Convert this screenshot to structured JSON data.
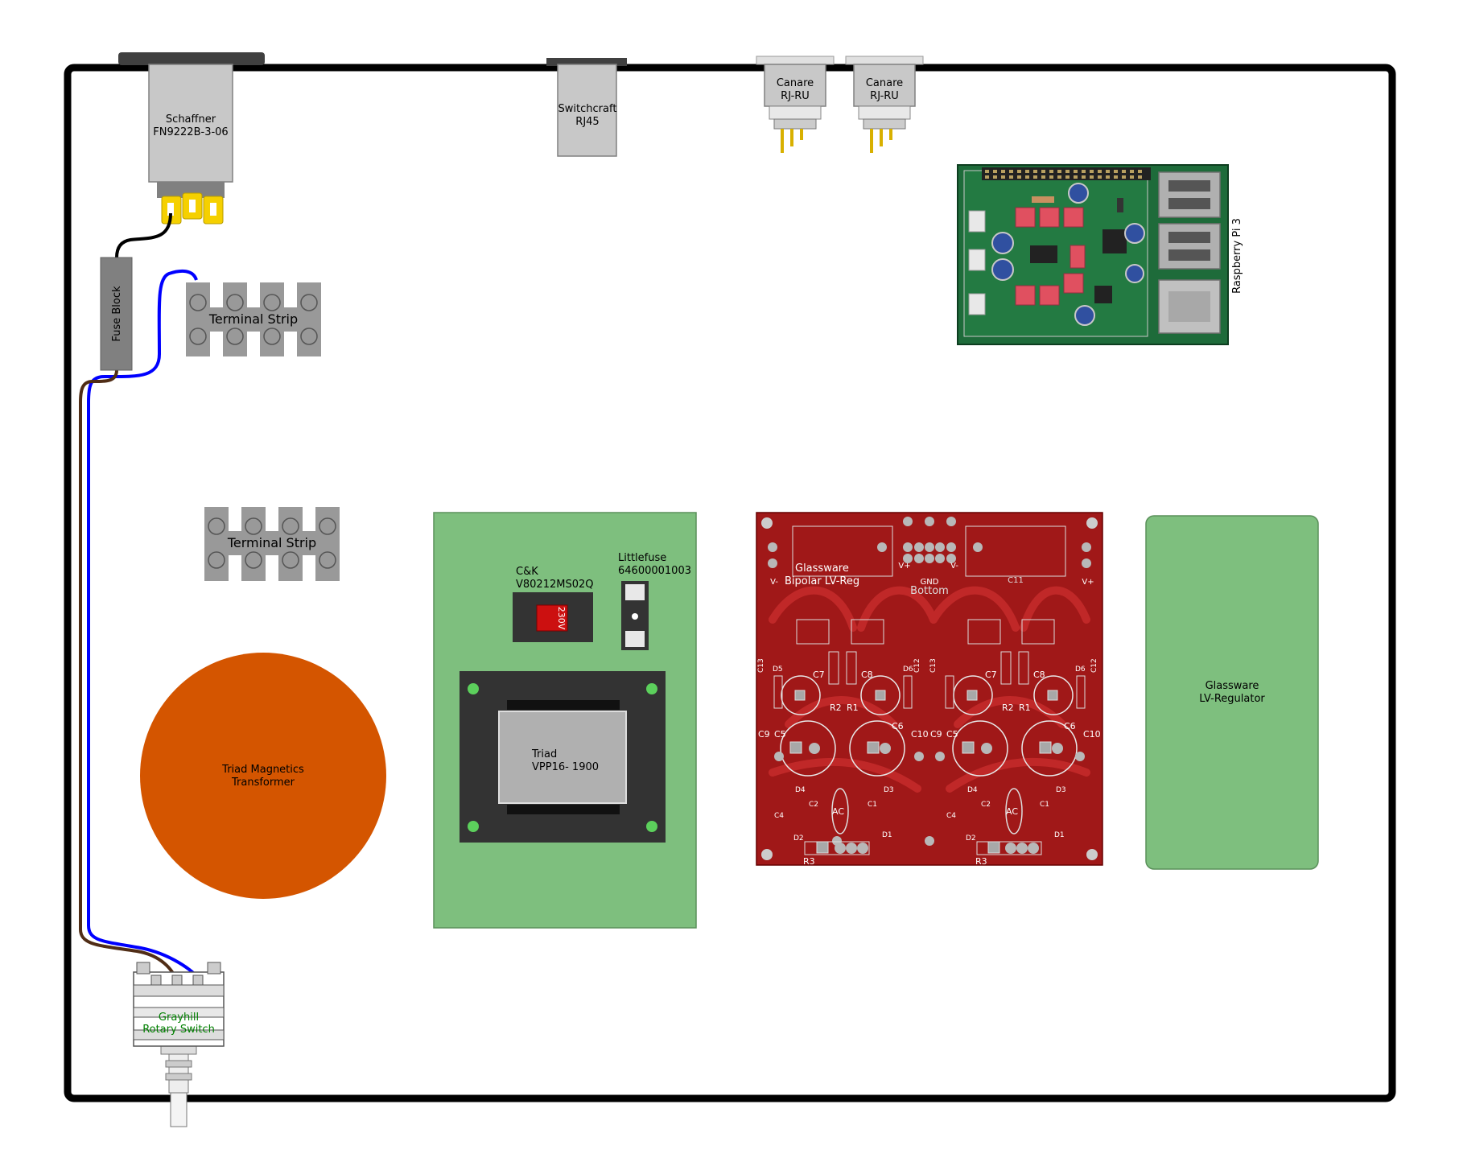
{
  "colors": {
    "enclosure": "#000000",
    "component_gray": "#c8c8c8",
    "dark_gray": "#808080",
    "strip_gray": "#999999",
    "transformer_orange": "#d45500",
    "pcb_green": "#7ebf7e",
    "pcb_red": "#a01818",
    "rpi_green": "#1e6b3a",
    "wire_blue": "#0000ff",
    "wire_brown": "#502d16",
    "wire_black": "#000000",
    "connector_yellow": "#f5d000",
    "switch_label_green": "#008000"
  },
  "components": {
    "iec_filter": {
      "line1": "Schaffner",
      "line2": "FN9222B-3-06"
    },
    "rj45": {
      "line1": "Switchcraft",
      "line2": "RJ45"
    },
    "canare_1": {
      "line1": "Canare",
      "line2": "RJ-RU"
    },
    "canare_2": {
      "line1": "Canare",
      "line2": "RJ-RU"
    },
    "raspberry_pi": {
      "label": "Raspberry Pi 3"
    },
    "fuse_block": {
      "label": "Fuse Block"
    },
    "terminal_strip_1": {
      "label": "Terminal Strip"
    },
    "terminal_strip_2": {
      "label": "Terminal Strip"
    },
    "toroid": {
      "line1": "Triad Magnetics",
      "line2": "Transformer"
    },
    "power_switch": {
      "line1": "C&K",
      "line2": "V80212MS02Q",
      "switch_text": "230V"
    },
    "fuse_holder": {
      "line1": "Littlefuse",
      "line2": "64600001003"
    },
    "pcb_transformer": {
      "line1": "Triad",
      "line2": "VPP16- 1900"
    },
    "bipolar_reg": {
      "line1": "Glassware",
      "line2": "Bipolar LV-Reg",
      "bottom": "Bottom",
      "gnd": "GND",
      "v_plus": "V+",
      "v_minus": "V-",
      "c11": "C11",
      "r1": "R1",
      "r2": "R2",
      "r3": "R3",
      "c1": "C1",
      "c2": "C2",
      "c4": "C4",
      "c5": "C5",
      "c6": "C6",
      "c7": "C7",
      "c8": "C8",
      "c9": "C9",
      "c10": "C10",
      "c12": "C12",
      "c13": "C13",
      "d1": "D1",
      "d2": "D2",
      "d3": "D3",
      "d4": "D4",
      "d5": "D5",
      "d6": "D6",
      "ac": "AC"
    },
    "lv_regulator": {
      "line1": "Glassware",
      "line2": "LV-Regulator"
    },
    "rotary_switch": {
      "line1": "Grayhill",
      "line2": "Rotary Switch"
    }
  }
}
